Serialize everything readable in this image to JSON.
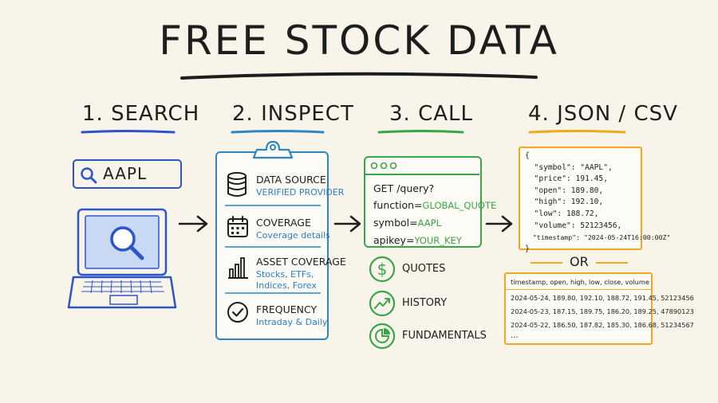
{
  "title": "FREE STOCK DATA",
  "steps": [
    {
      "label": "1. SEARCH",
      "color": "#2b55c9"
    },
    {
      "label": "2. INSPECT",
      "color": "#2a86c6"
    },
    {
      "label": "3. CALL",
      "color": "#3aa545"
    },
    {
      "label": "4. JSON / CSV",
      "color": "#f0a81c"
    }
  ],
  "search": {
    "query": "AAPL"
  },
  "inspect": {
    "rows": [
      {
        "icon": "database-icon",
        "title": "DATA SOURCE",
        "sub": "VERIFIED PROVIDER"
      },
      {
        "icon": "calendar-icon",
        "title": "COVERAGE",
        "sub": "Coverage details"
      },
      {
        "icon": "bar-chart-icon",
        "title": "ASSET COVERAGE",
        "sub": "Stocks, ETFs,\nIndices, Forex"
      },
      {
        "icon": "check-circle-icon",
        "title": "FREQUENCY",
        "sub": "Intraday & Daily"
      }
    ]
  },
  "call": {
    "line1": "GET /query?",
    "params": [
      {
        "key": "function=",
        "value": "GLOBAL_QUOTE"
      },
      {
        "key": "symbol=",
        "value": "AAPL"
      },
      {
        "key": "apikey=",
        "value": "YOUR_KEY"
      }
    ],
    "features": [
      {
        "icon": "dollar-icon",
        "label": "QUOTES"
      },
      {
        "icon": "trend-icon",
        "label": "HISTORY"
      },
      {
        "icon": "pie-icon",
        "label": "FUNDAMENTALS"
      }
    ]
  },
  "output": {
    "json_lines": [
      "{",
      "  \"symbol\": \"AAPL\",",
      "  \"price\": 191.45,",
      "  \"open\": 189.80,",
      "  \"high\": 192.10,",
      "  \"low\": 188.72,",
      "  \"volume\": 52123456,",
      "  \"timestamp\": \"2024-05-24T16:00:00Z\"",
      "}"
    ],
    "or_label": "OR",
    "csv_header": "timestamp, open, high, low, close, volume",
    "csv_rows": [
      "2024-05-24, 189.80, 192.10, 188.72, 191.45, 52123456",
      "2024-05-23, 187.15, 189.75, 186.20, 189.25, 47890123",
      "2024-05-22, 186.50, 187.82, 185.30, 186.68, 51234567",
      "..."
    ]
  },
  "colors": {
    "blue": "#2b55c9",
    "teal": "#2a86c6",
    "green": "#3aa545",
    "orange": "#f0a81c",
    "ink": "#1d1d1d"
  }
}
